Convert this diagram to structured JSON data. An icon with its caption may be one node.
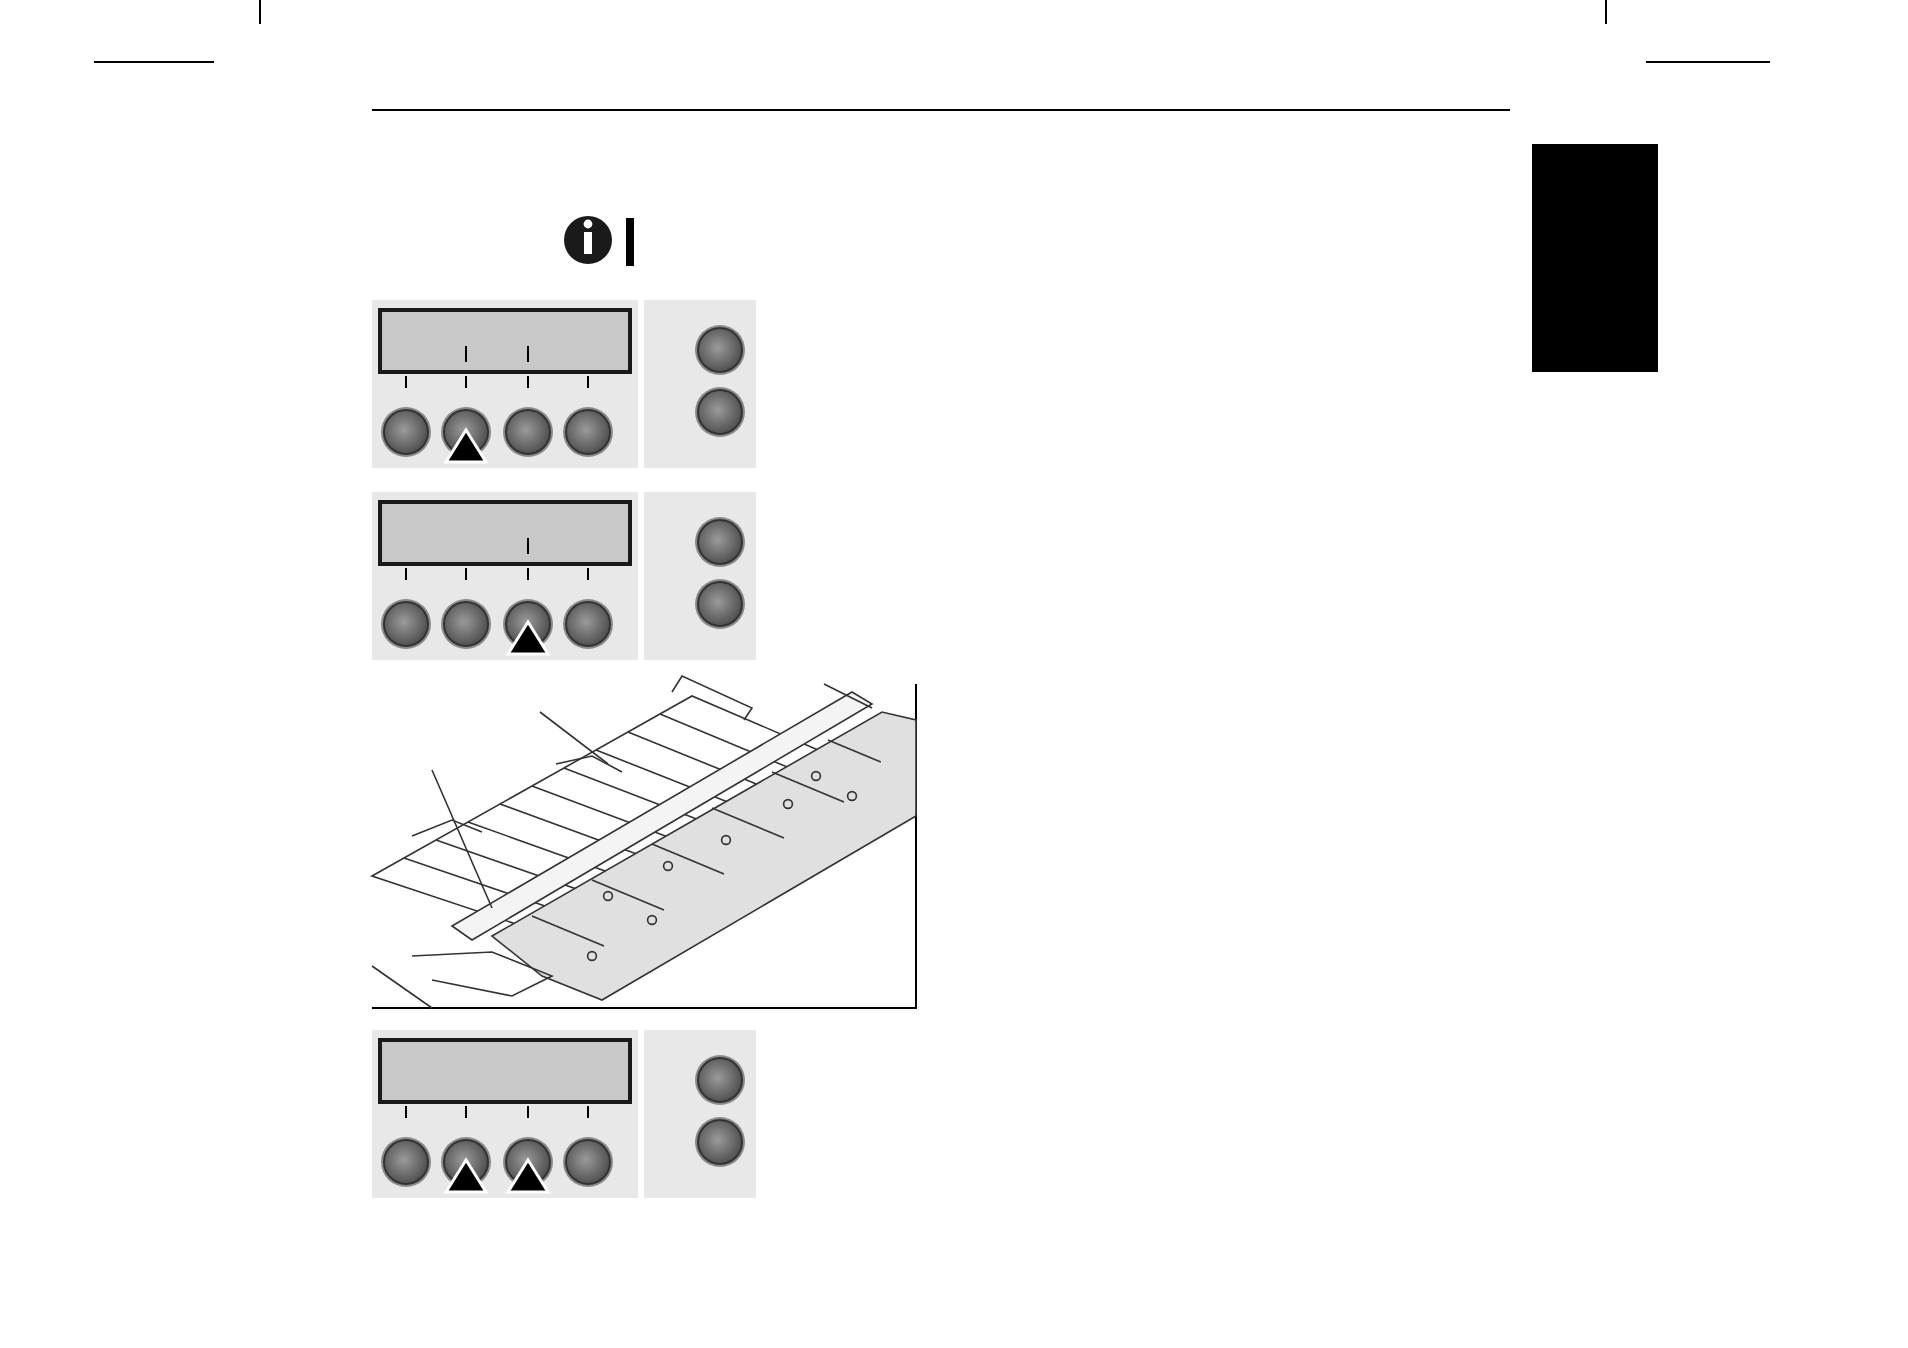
{
  "diagram": {
    "nodes": [
      {
        "text": [],
        "shape": "box"
      },
      {
        "text": [],
        "shape": "box"
      },
      {
        "text": [],
        "shape": "box"
      },
      {
        "text": [],
        "shape": "box"
      },
      {
        "text": [],
        "shape": "picture"
      },
      {
        "text": [],
        "shape": "box"
      },
      {
        "text": [],
        "shape": "box"
      },
      {
        "text": [],
        "shape": "bar"
      }
    ]
  }
}
